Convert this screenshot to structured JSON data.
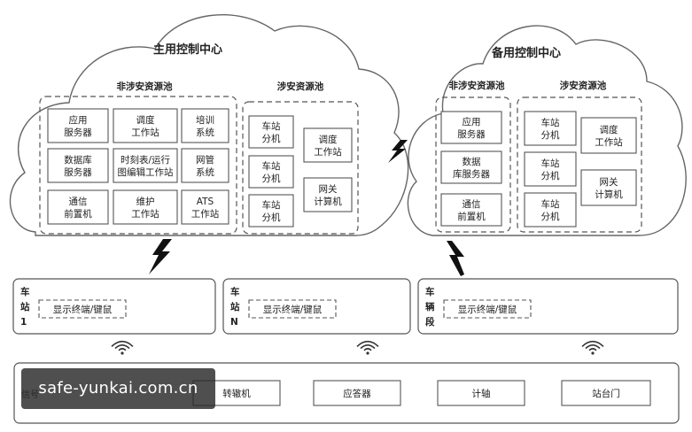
{
  "primary": {
    "title": "主用控制中心",
    "non_secure_pool": "非涉安资源池",
    "secure_pool": "涉安资源池",
    "non_secure_items": [
      [
        "应用",
        "服务器"
      ],
      [
        "调度",
        "工作站"
      ],
      [
        "培训",
        "系统"
      ],
      [
        "数据库",
        "服务器"
      ],
      [
        "时刻表/运行",
        "图编辑工作站"
      ],
      [
        "网管",
        "系统"
      ],
      [
        "通信",
        "前置机"
      ],
      [
        "维护",
        "工作站"
      ],
      [
        "ATS",
        "工作站"
      ]
    ],
    "secure_items": [
      [
        "车站",
        "分机"
      ],
      [
        "调度",
        "工作站"
      ],
      [
        "车站",
        "分机"
      ],
      [
        "网关",
        "计算机"
      ],
      [
        "车站",
        "分机"
      ]
    ]
  },
  "backup": {
    "title": "备用控制中心",
    "non_secure_pool": "非涉安资源池",
    "secure_pool": "涉安资源池",
    "non_secure_items": [
      [
        "应用",
        "服务器"
      ],
      [
        "数据",
        "库服务器"
      ],
      [
        "通信",
        "前置机"
      ]
    ],
    "secure_items": [
      [
        "车站",
        "分机"
      ],
      [
        "调度",
        "工作站"
      ],
      [
        "车站",
        "分机"
      ],
      [
        "网关",
        "计算机"
      ],
      [
        "车站",
        "分机"
      ]
    ]
  },
  "stations": [
    {
      "label": [
        "车",
        "站",
        "1"
      ],
      "terminal": "显示终端/键鼠"
    },
    {
      "label": [
        "车",
        "站",
        "N"
      ],
      "terminal": "显示终端/键鼠"
    },
    {
      "label": [
        "车",
        "辆",
        "段"
      ],
      "terminal": "显示终端/键鼠"
    }
  ],
  "field_devices": {
    "partial_label": "信号",
    "items": [
      "转辙机",
      "应答器",
      "计轴",
      "站台门"
    ]
  },
  "watermark": "safe-yunkai.com.cn",
  "icons": {
    "link": "lightning-bolt-icon",
    "wireless": "wifi-icon"
  }
}
